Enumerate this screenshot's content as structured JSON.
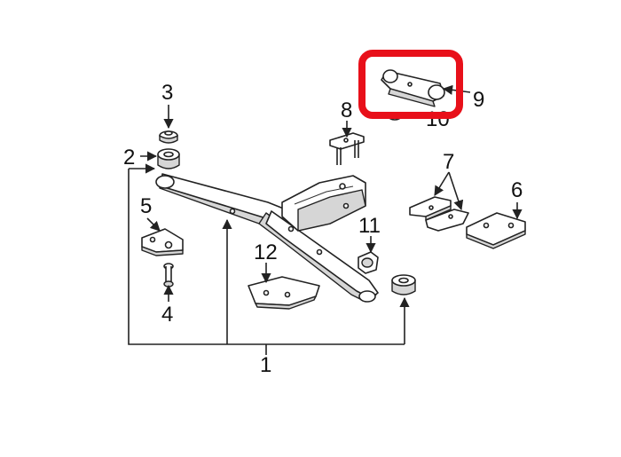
{
  "callouts": {
    "c1": "1",
    "c2": "2",
    "c3": "3",
    "c4": "4",
    "c5": "5",
    "c6": "6",
    "c7": "7",
    "c8": "8",
    "c9": "9",
    "c10": "10",
    "c11": "11",
    "c12": "12"
  },
  "highlight_color": "#e8101a"
}
